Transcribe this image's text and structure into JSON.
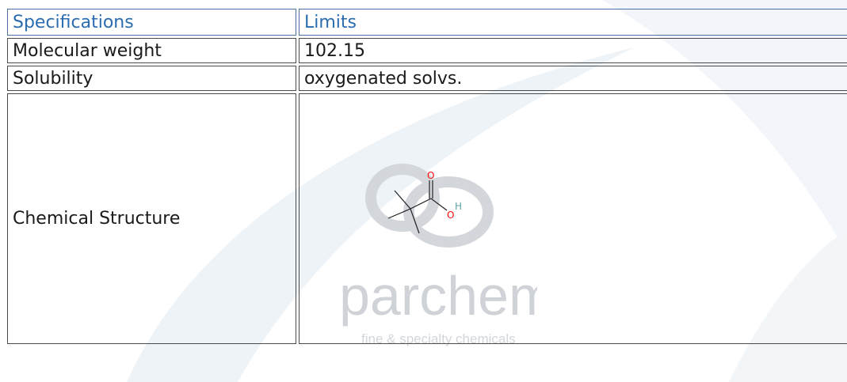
{
  "table": {
    "header": {
      "specifications": "Specifications",
      "limits": "Limits"
    },
    "rows": [
      {
        "label": "Molecular weight",
        "value": "102.15"
      },
      {
        "label": "Solubility",
        "value": "oxygenated solvs."
      }
    ],
    "structure_label": "Chemical Structure"
  },
  "molecule": {
    "oxygen_label": "O",
    "hydroxyl_label": "O",
    "hydrogen_label": "H"
  },
  "watermark": {
    "brand": "parchem",
    "tagline": "fine & specialty chemicals"
  },
  "colors": {
    "header_text": "#2b6cb0",
    "oxygen": "#ff0d0d",
    "hydrogen": "#5fa3a3",
    "watermark": "#c8ccd1"
  }
}
